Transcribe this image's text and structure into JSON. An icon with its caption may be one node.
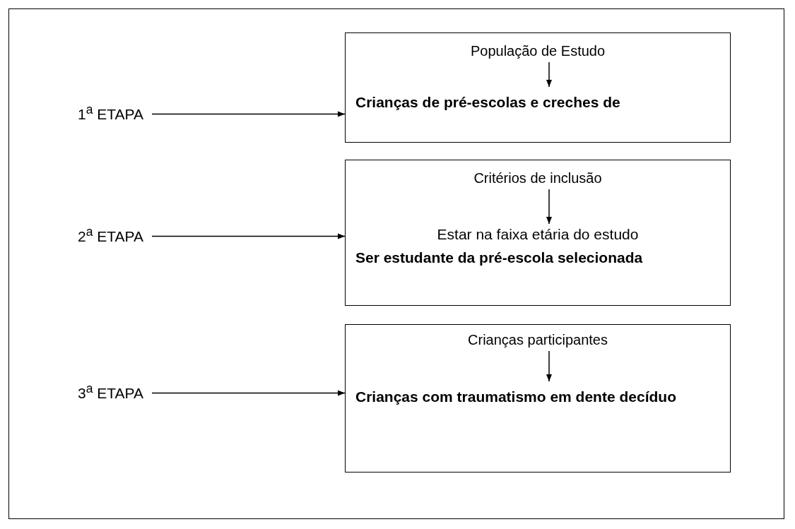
{
  "diagram": {
    "nodes": [
      {
        "text": [
          "1$^{a}$ ETAPA"
        ]
      },
      {
        "text": [],
        "shape": "box"
      },
      {
        "text": [
          "População de Estudo"
        ],
        "in": 1
      },
      {
        "text": [
          "Crianças de pré-escolas e creches de"
        ],
        "in": 1
      },
      {
        "text": [
          "2$^{a}$ ETAPA"
        ]
      },
      {
        "text": [],
        "shape": "box"
      },
      {
        "text": [
          "Critérios de inclusão"
        ],
        "in": 5
      },
      {
        "text": [
          "Estar na faixa etária do estudo"
        ],
        "in": 5
      },
      {
        "text": [
          "Ser estudante da pré-escola selecionada"
        ],
        "in": 5
      },
      {
        "text": [
          "3$^{a}$ ETAPA"
        ]
      },
      {
        "text": [],
        "shape": "box"
      },
      {
        "text": [
          "Crianças participantes"
        ],
        "in": 10
      },
      {
        "text": [
          "Crianças com traumatismo em dente decíduo"
        ],
        "in": 10
      }
    ],
    "edges": [
      {
        "from": 0,
        "to": 1,
        "arrow": "to"
      },
      {
        "from": 2,
        "to": 3,
        "arrow": "to"
      },
      {
        "from": 4,
        "to": 5,
        "arrow": "to"
      },
      {
        "from": 6,
        "to": 7,
        "arrow": "to"
      },
      {
        "from": 9,
        "to": 10,
        "arrow": "to"
      },
      {
        "from": 11,
        "to": 12,
        "arrow": "to"
      }
    ]
  }
}
